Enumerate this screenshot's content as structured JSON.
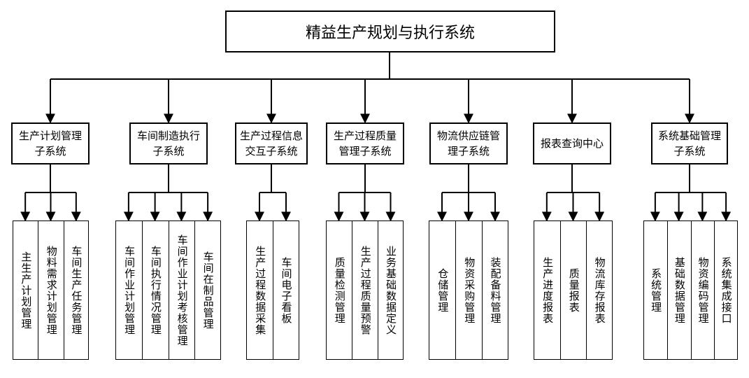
{
  "diagram": {
    "root": "精益生产规划与执行系统",
    "subsystems": [
      {
        "label": "生产计划管理\n子系统",
        "children": [
          "主生产计划管理",
          "物料需求计划管理",
          "车间生产任务管理"
        ]
      },
      {
        "label": "车间制造执行\n子系统",
        "children": [
          "车间作业计划管理",
          "车间执行情况管理",
          "车间作业计划考核管理",
          "车间在制品管理"
        ]
      },
      {
        "label": "生产过程信息\n交互子系统",
        "children": [
          "生产过程数据采集",
          "车间电子看板"
        ]
      },
      {
        "label": "生产过程质量\n管理子系统",
        "children": [
          "质量检测管理",
          "生产过程质量预警",
          "业务基础数据定义"
        ]
      },
      {
        "label": "物流供应链管\n理子系统",
        "children": [
          "仓储管理",
          "物资采购管理",
          "装配备料管理"
        ]
      },
      {
        "label": "报表查询中心",
        "children": [
          "生产进度报表",
          "质量报表",
          "物流库存报表"
        ]
      },
      {
        "label": "系统基础管理\n子系统",
        "children": [
          "系统管理",
          "基础数据管理",
          "物资编码管理",
          "系统集成接口"
        ]
      }
    ]
  }
}
